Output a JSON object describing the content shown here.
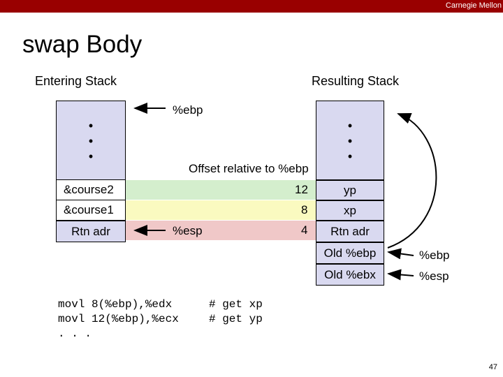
{
  "header": {
    "org": "Carnegie Mellon"
  },
  "slide": {
    "title": "swap Body",
    "page": "47"
  },
  "entering": {
    "heading": "Entering Stack",
    "dots": "•\n•\n•",
    "rows": [
      "&course2",
      "&course1",
      "Rtn adr"
    ],
    "ebp_label": "%ebp",
    "esp_label": "%esp"
  },
  "offsets": {
    "caption": "Offset relative to %ebp",
    "values": [
      "12",
      "8",
      "4"
    ]
  },
  "resulting": {
    "heading": "Resulting Stack",
    "dots": "•\n•\n•",
    "rows": [
      "yp",
      "xp",
      "Rtn adr",
      "Old %ebp",
      "Old %ebx"
    ],
    "ebp_label": "%ebp",
    "esp_label": "%esp"
  },
  "code": {
    "lines": [
      "movl 8(%ebp),%edx",
      "movl 12(%ebp),%ecx",
      ". . ."
    ],
    "comments": [
      "# get xp",
      "# get yp",
      ""
    ]
  },
  "colors": {
    "bar": "#990000",
    "stack": "#d9d9f0",
    "green": "#d4eecd",
    "yellow": "#fafac0",
    "pink": "#f0c8c8"
  }
}
